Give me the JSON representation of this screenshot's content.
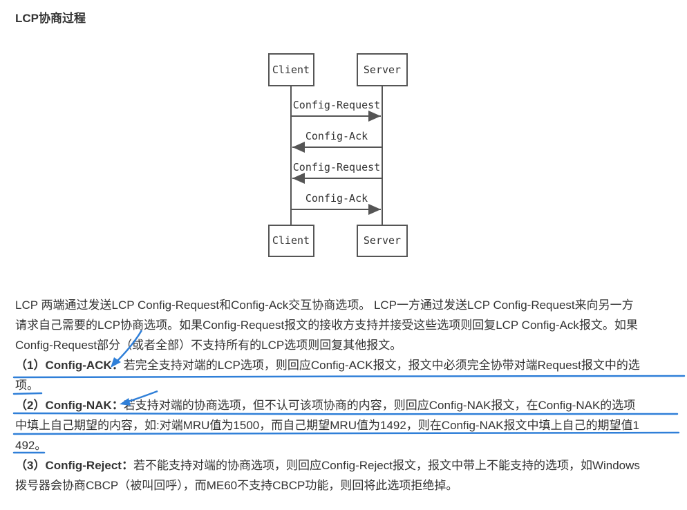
{
  "page": {
    "title": "LCP协商过程"
  },
  "diagram": {
    "client_top": "Client",
    "server_top": "Server",
    "client_bottom": "Client",
    "server_bottom": "Server",
    "messages": [
      {
        "label": "Config-Request",
        "direction": "client-to-server"
      },
      {
        "label": "Config-Ack",
        "direction": "server-to-client"
      },
      {
        "label": "Config-Request",
        "direction": "server-to-client"
      },
      {
        "label": "Config-Ack",
        "direction": "client-to-server"
      }
    ]
  },
  "body": {
    "intro_lines": [
      "LCP 两端通过发送LCP Config-Request和Config-Ack交互协商选项。 LCP一方通过发送LCP Config-Request来向另一方",
      "请求自己需要的LCP协商选项。如果Config-Request报文的接收方支持并接受这些选项则回复LCP Config-Ack报文。如果",
      "Config-Request部分（或者全部）不支持所有的LCP选项则回复其他报文。"
    ],
    "item1": {
      "label": "（1）Config-ACK：",
      "line1": "若完全支持对端的LCP选项，则回应Config-ACK报文，报文中必须完全协带对端Request报文中的选",
      "line2": "项。"
    },
    "item2": {
      "label": "（2）Config-NAK：",
      "line1": "若支持对端的协商选项，但不认可该项协商的内容，则回应Config-NAK报文，在Config-NAK的选项",
      "line2": "中填上自己期望的内容，如:对端MRU值为1500，而自己期望MRU值为1492，则在Config-NAK报文中填上自己的期望值1",
      "line3": "492。"
    },
    "item3": {
      "label": "（3）Config-Reject：",
      "line1": "若不能支持对端的协商选项，则回应Config-Reject报文，报文中带上不能支持的选项，如Windows",
      "line2": "拨号器会协商CBCP（被叫回呼），而ME60不支持CBCP功能，则回将此选项拒绝掉。"
    }
  },
  "colors": {
    "annotation": "#2f7fd8",
    "diagram_stroke": "#555555"
  }
}
